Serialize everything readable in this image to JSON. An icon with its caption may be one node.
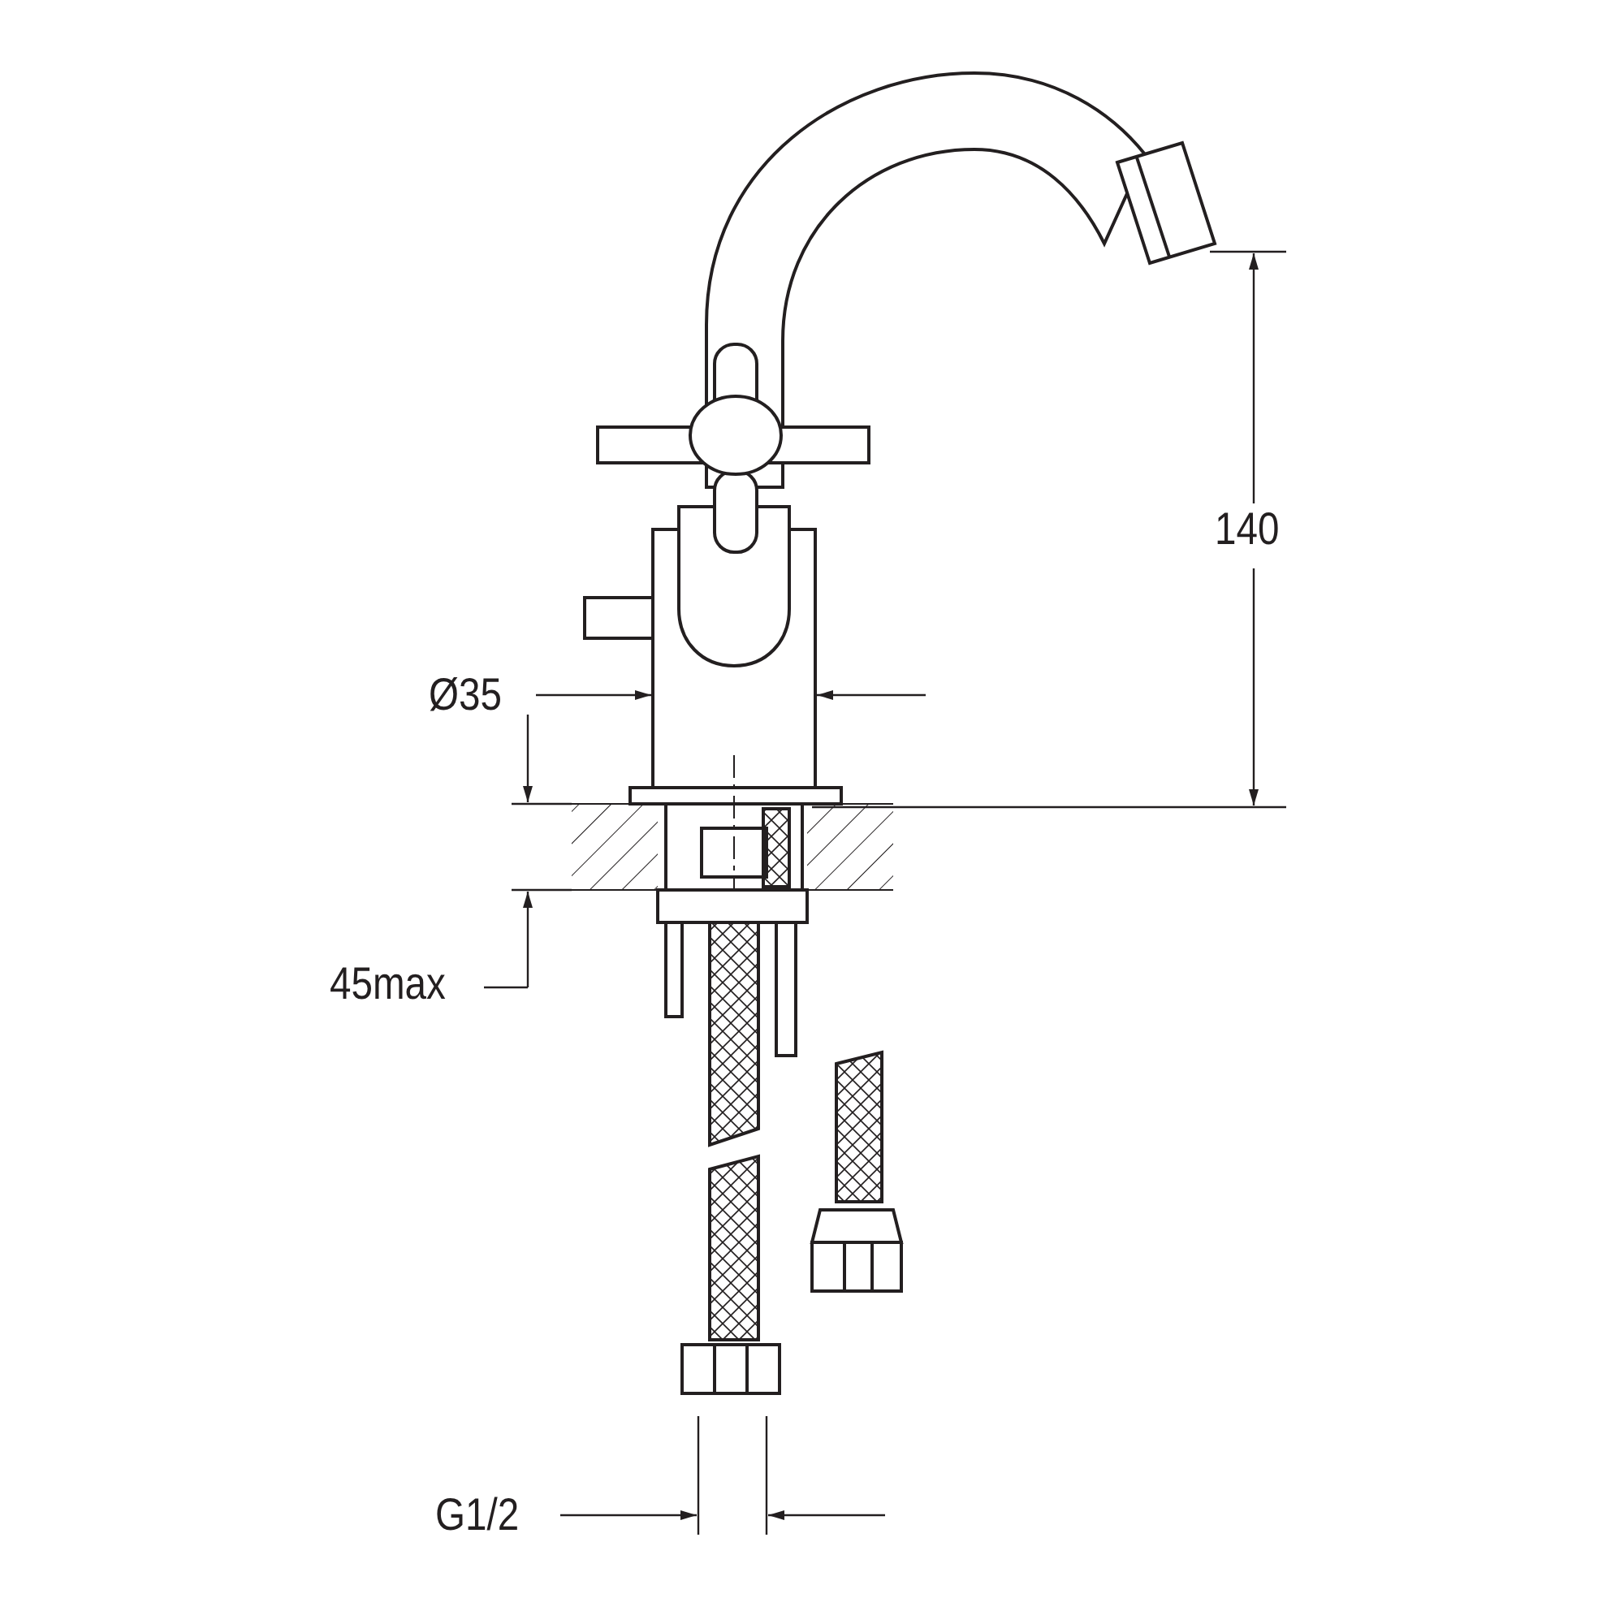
{
  "diagram": {
    "labels": [
      "140",
      "Ø35",
      "45max",
      "G1/2"
    ]
  }
}
